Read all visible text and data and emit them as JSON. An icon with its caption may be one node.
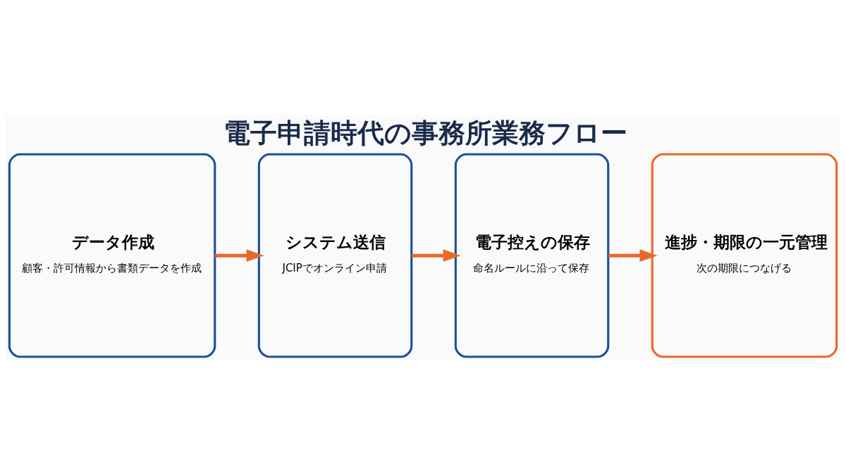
{
  "diagram": {
    "title": "電子申請時代の事務所業務フロー",
    "nodes": [
      {
        "text": [
          "データ作成",
          "顧客・許可情報から書類データを作成"
        ]
      },
      {
        "text": [
          "システム送信",
          "JCIPでオンライン申請"
        ]
      },
      {
        "text": [
          "電子控えの保存",
          "命名ルールに沿って保存"
        ]
      },
      {
        "text": [
          "進捗・期限の一元管理",
          "次の期限につなげる"
        ]
      }
    ],
    "edges": [
      {
        "from": 0,
        "to": 1,
        "arrow": "to"
      },
      {
        "from": 1,
        "to": 2,
        "arrow": "to"
      },
      {
        "from": 2,
        "to": 3,
        "arrow": "to"
      }
    ]
  }
}
